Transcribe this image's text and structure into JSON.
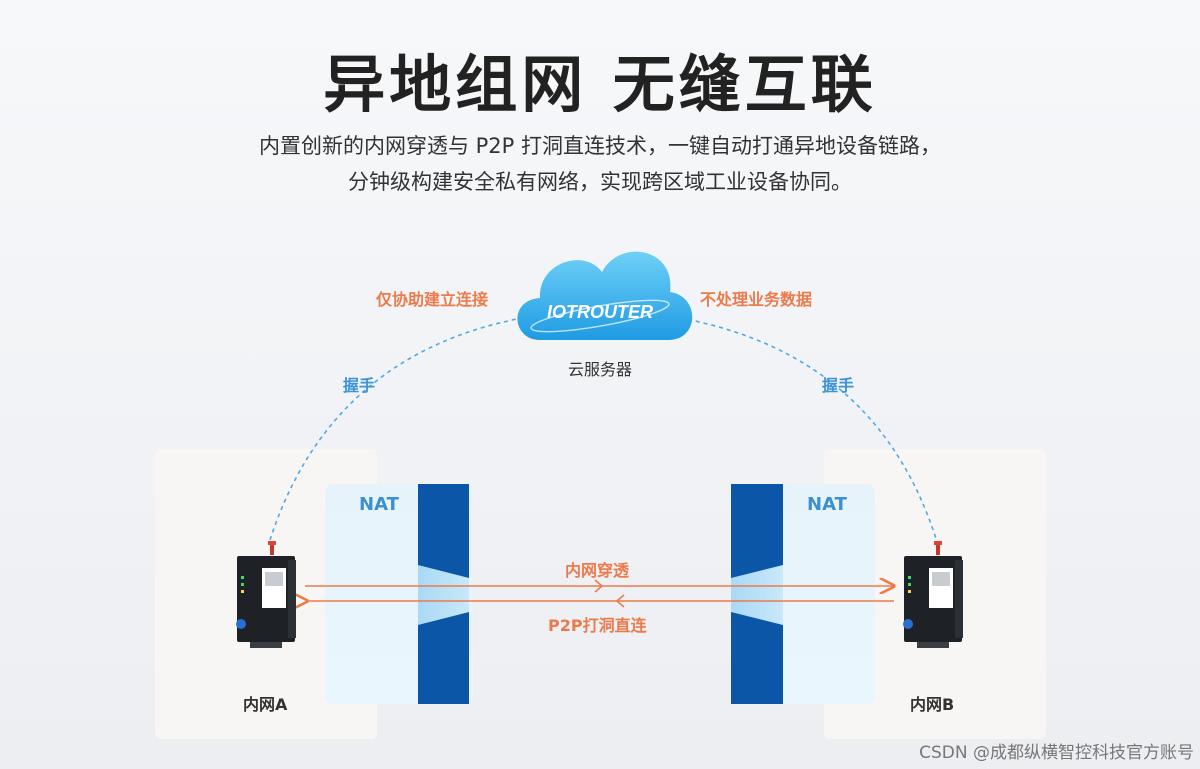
{
  "heading": {
    "title": "异地组网 无缝互联",
    "subtitle_line1": "内置创新的内网穿透与 P2P 打洞直连技术，一键自动打通异地设备链路，",
    "subtitle_line2": "分钟级构建安全私有网络，实现跨区域工业设备协同。"
  },
  "cloud": {
    "brand": "IOTROUTER",
    "caption": "云服务器",
    "left_note": "仅协助建立连接",
    "right_note": "不处理业务数据"
  },
  "handshake": {
    "left": "握手",
    "right": "握手"
  },
  "nat": {
    "left_label": "NAT",
    "right_label": "NAT"
  },
  "links": {
    "top": "内网穿透",
    "bottom": "P2P打洞直连"
  },
  "networks": {
    "a": "内网A",
    "b": "内网B"
  },
  "watermark": "CSDN @成都纵横智控科技官方账号",
  "colors": {
    "accent_orange": "#ec7b4b",
    "accent_blue": "#3e94d6",
    "nat_dark_blue": "#0b56a6",
    "cloud_blue": "#27a6e8"
  }
}
